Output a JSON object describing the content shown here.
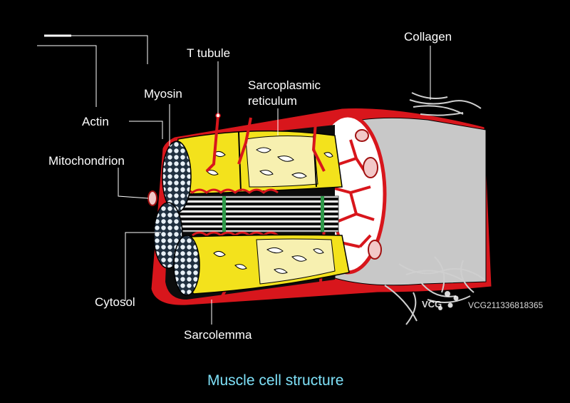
{
  "labels": {
    "actin": "Actin",
    "myosin": "Myosin",
    "t_tubule": "T tubule",
    "sarcoplasmic_line1": "Sarcoplasmic",
    "sarcoplasmic_line2": "reticulum",
    "collagen": "Collagen",
    "mitochondrion": "Mitochondrion",
    "cytosol": "Cytosol",
    "sarcolemma": "Sarcolemma"
  },
  "title": "Muscle cell structure",
  "watermark": {
    "logo": "VCG",
    "id": "VCG211336818365"
  },
  "colors": {
    "background": "#000000",
    "sarcolemma": "#d8161c",
    "sarcoplasmic_reticulum": "#f3e21c",
    "myofibril_light": "#f7f0b0",
    "actin_myosin_filament": "#ffffff",
    "z_disc": "#2f9a4a",
    "cut_face": "#c8c8c8",
    "title": "#7ee0f7",
    "leader_line": "#ffffff"
  }
}
